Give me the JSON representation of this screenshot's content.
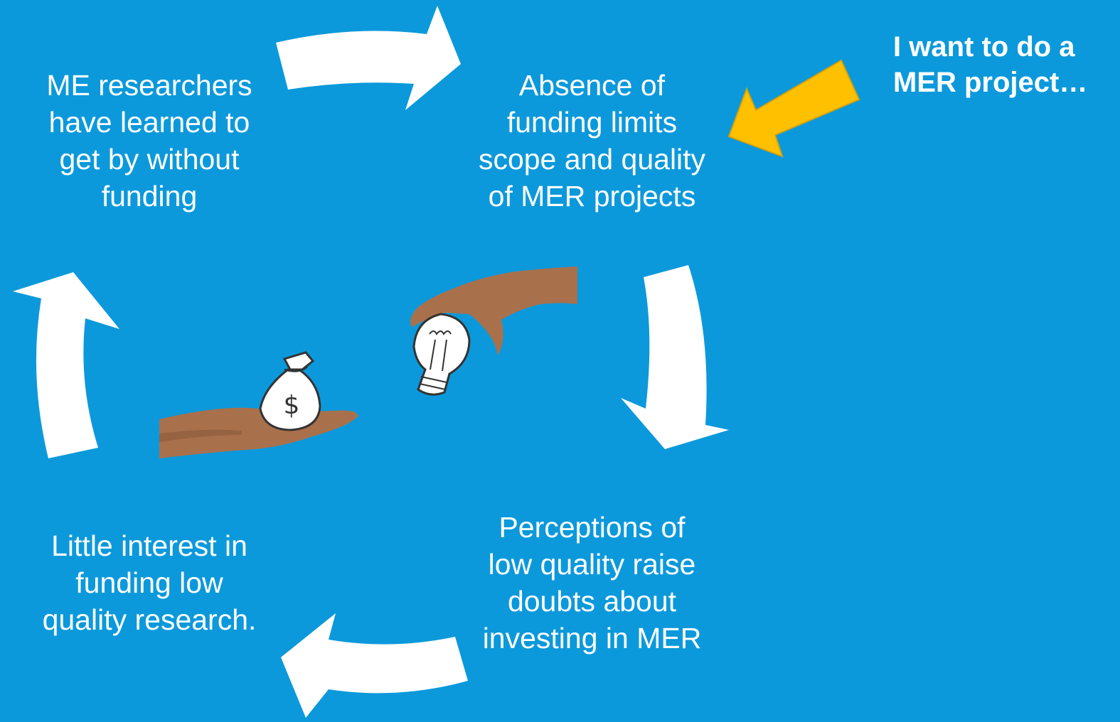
{
  "colors": {
    "background": "#0C99DB",
    "cycle_arrows": "#FFFFFF",
    "callout_arrow": "#FFC000",
    "text": "#FFFFFF"
  },
  "cycle": {
    "top_left": "ME researchers\nhave learned to\nget by without\nfunding",
    "top_right": "Absence of\nfunding limits\nscope and quality\nof MER projects",
    "bottom_right": "Perceptions of\nlow quality raise\ndoubts about\ninvesting in MER",
    "bottom_left": "Little interest in\nfunding low\nquality research."
  },
  "callout": {
    "text": "I want to do a\nMER project…"
  },
  "illustration": {
    "money_bag_symbol": "$",
    "icons": [
      "hand-money-bag-icon",
      "hand-lightbulb-icon"
    ]
  }
}
